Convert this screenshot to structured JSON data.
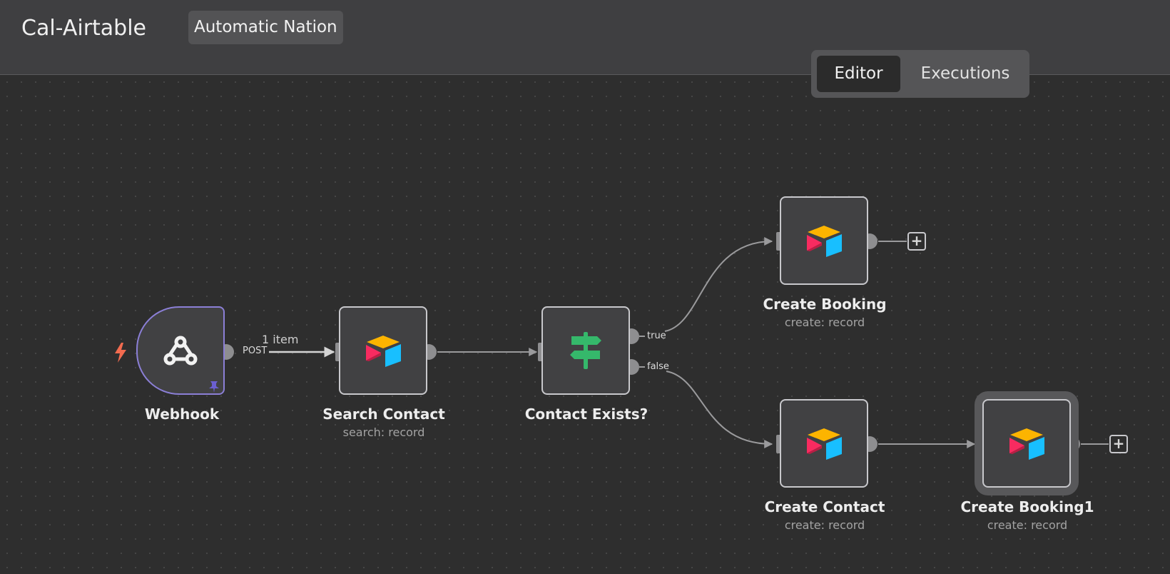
{
  "header": {
    "workflow_name": "Cal-Airtable",
    "project": "Automatic Nation",
    "tabs": {
      "editor": "Editor",
      "executions": "Executions"
    }
  },
  "colors": {
    "canvas_bg": "#2e2e2e",
    "node_border": "#c8c8cc",
    "trigger_node_border": "#8b7fd6",
    "trigger_bolt": "#f26b4f",
    "if_icon": "#35b86b"
  },
  "nodes": {
    "webhook": {
      "name": "Webhook",
      "icon": "webhook-icon",
      "output_label": "POST",
      "pinned": true
    },
    "search_contact": {
      "name": "Search Contact",
      "subtitle": "search: record",
      "icon": "airtable-icon"
    },
    "contact_exists": {
      "name": "Contact Exists?",
      "icon": "signpost-icon",
      "outputs": {
        "true": "true",
        "false": "false"
      }
    },
    "create_booking": {
      "name": "Create Booking",
      "subtitle": "create: record",
      "icon": "airtable-icon"
    },
    "create_contact": {
      "name": "Create Contact",
      "subtitle": "create: record",
      "icon": "airtable-icon"
    },
    "create_booking1": {
      "name": "Create Booking1",
      "subtitle": "create: record",
      "icon": "airtable-icon",
      "selected": true
    }
  },
  "connections": {
    "webhook_to_search": {
      "items_label": "1 item"
    }
  },
  "add_node_symbol": "+"
}
